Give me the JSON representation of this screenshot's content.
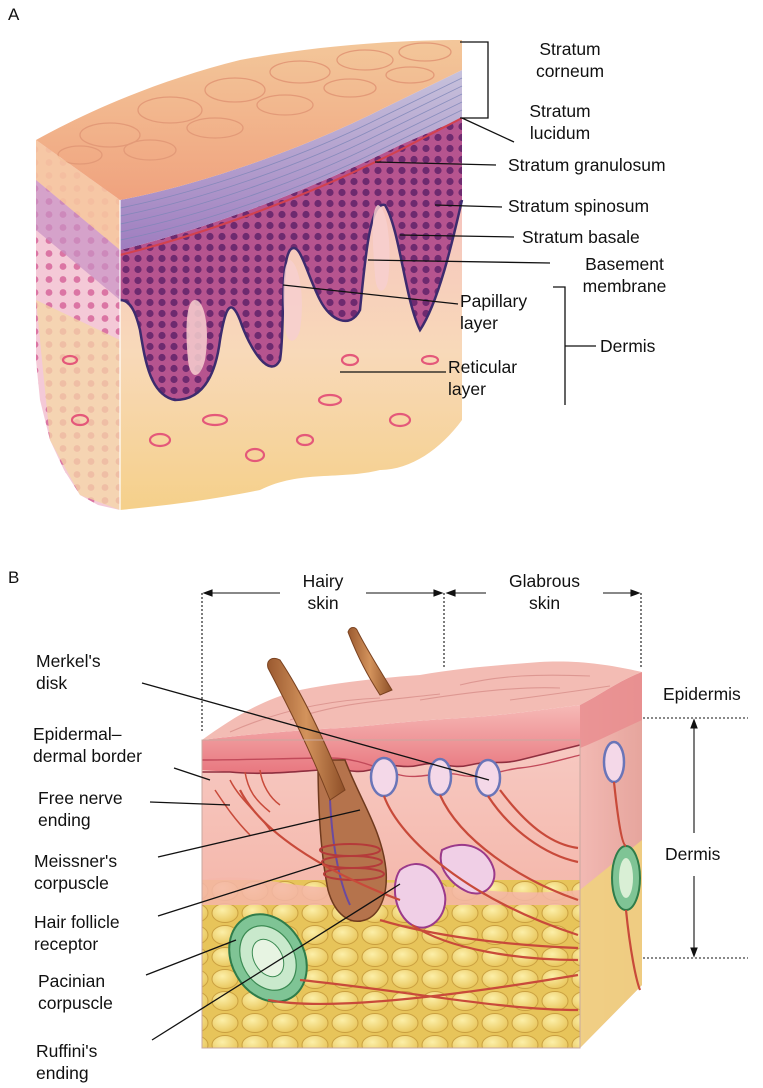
{
  "panel_a": {
    "letter": "A",
    "labels": {
      "stratum_corneum": "Stratum\ncorneum",
      "stratum_lucidum": "Stratum\nlucidum",
      "stratum_granulosum": "Stratum granulosum",
      "stratum_spinosum": "Stratum spinosum",
      "stratum_basale": "Stratum basale",
      "basement_membrane": "Basement\nmembrane",
      "papillary_layer": "Papillary\nlayer",
      "reticular_layer": "Reticular\nlayer",
      "dermis": "Dermis"
    }
  },
  "panel_b": {
    "letter": "B",
    "labels": {
      "hairy_skin": "Hairy\nskin",
      "glabrous_skin": "Glabrous\nskin",
      "epidermis": "Epidermis",
      "dermis": "Dermis",
      "merkels_disk": "Merkel's\ndisk",
      "epidermal_dermal_border": "Epidermal–\ndermal border",
      "free_nerve_ending": "Free nerve\nending",
      "meissners_corpuscle": "Meissner's\ncorpuscle",
      "hair_follicle_receptor": "Hair follicle\nreceptor",
      "pacinian_corpuscle": "Pacinian\ncorpuscle",
      "ruffinis_ending": "Ruffini's\nending"
    }
  }
}
